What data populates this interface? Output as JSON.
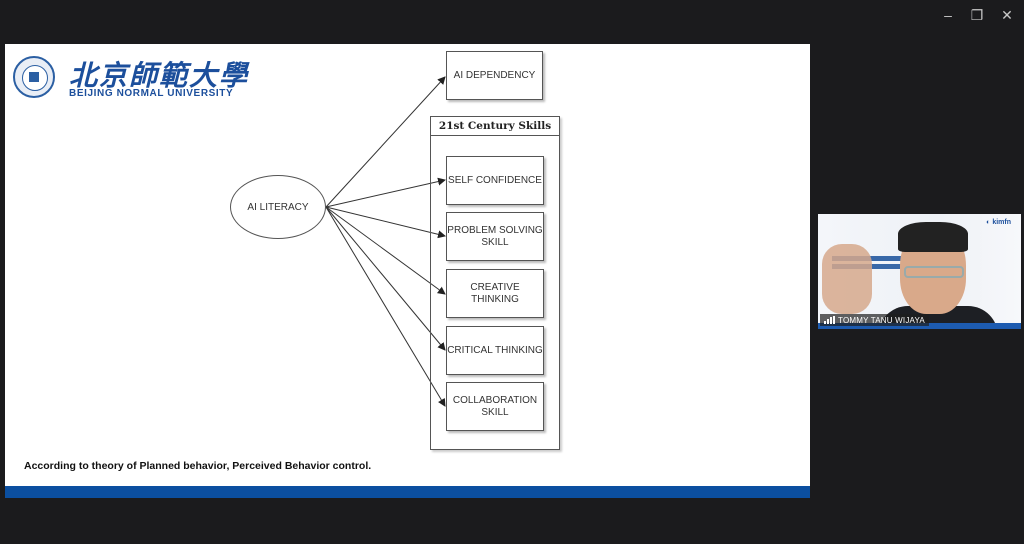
{
  "window": {
    "controls": {
      "minimize": "–",
      "restore": "❐",
      "close": "✕"
    }
  },
  "slide": {
    "logo": {
      "chinese": "北京師範大學",
      "english": "BEIJING NORMAL UNIVERSITY"
    },
    "diagram": {
      "source": "AI LITERACY",
      "dependency": "AI DEPENDENCY",
      "group_title": "21st Century Skills",
      "skills": [
        {
          "line1": "SELF CONFIDENCE",
          "line2": ""
        },
        {
          "line1": "PROBLEM SOLVING",
          "line2": "SKILL"
        },
        {
          "line1": "CREATIVE",
          "line2": "THINKING"
        },
        {
          "line1": "CRITICAL THINKING",
          "line2": ""
        },
        {
          "line1": "COLLABORATION",
          "line2": "SKILL"
        }
      ]
    },
    "caption": "According to theory of Planned behavior, Perceived Behavior control.",
    "accent_color": "#0b4fa0"
  },
  "participant": {
    "name": "TOMMY TANU WIJAYA",
    "icon": "signal-bars-icon"
  }
}
